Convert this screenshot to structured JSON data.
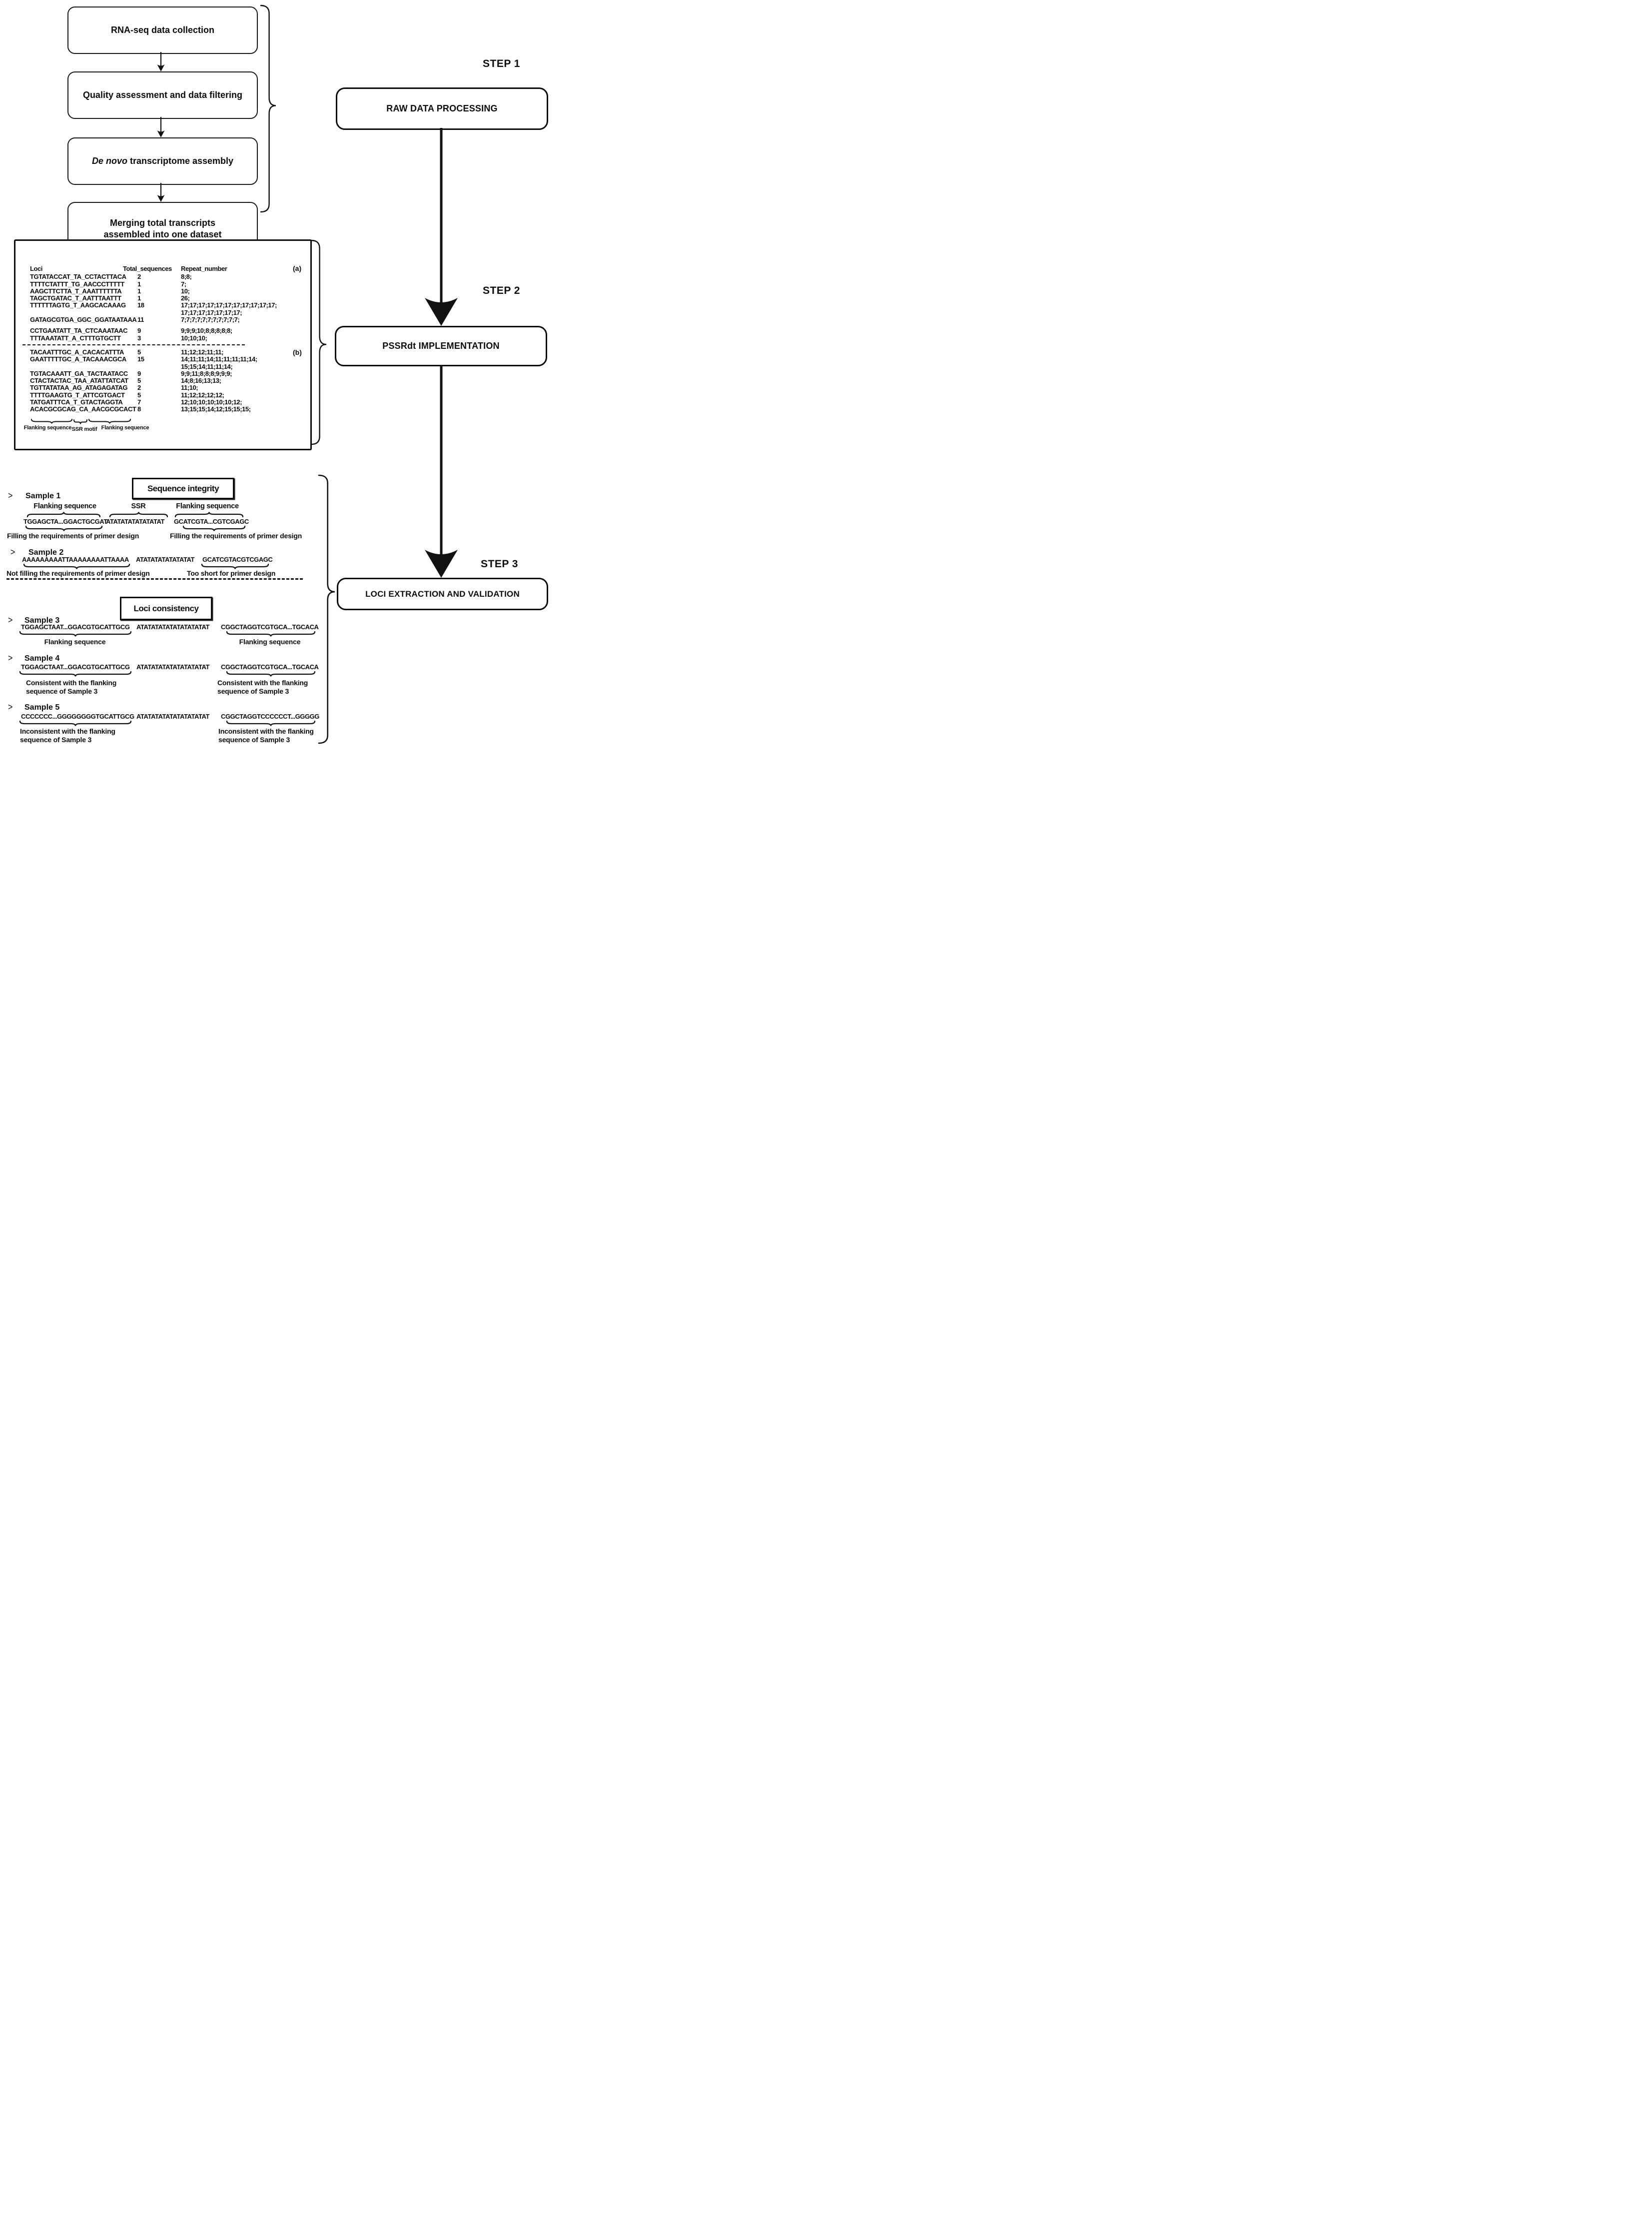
{
  "pipeline": {
    "box1": "RNA-seq data collection",
    "box2": "Quality assessment and data filtering",
    "box3_italic": "De novo",
    "box3_rest": " transcriptome assembly",
    "box4": "Merging total transcripts\nassembled into one dataset"
  },
  "steps": {
    "step1": {
      "label": "STEP 1",
      "title": "RAW DATA PROCESSING"
    },
    "step2": {
      "label": "STEP 2",
      "title": "PSSRdt IMPLEMENTATION"
    },
    "step3": {
      "label": "STEP 3",
      "title": "LOCI EXTRACTION AND VALIDATION"
    }
  },
  "table": {
    "headers": {
      "loci": "Loci",
      "total": "Total_sequences",
      "repeat": "Repeat_number"
    },
    "section_a_label": "(a)",
    "section_b_label": "(b)",
    "rows_a": [
      {
        "loci": "TGTATACCAT_TA_CCTACTTACA",
        "total": "2",
        "repeat": "8;8;"
      },
      {
        "loci": "TTTTCTATTT_TG_AACCCTTTTT",
        "total": "1",
        "repeat": "7;"
      },
      {
        "loci": "AAGCTTCTTA_T_AAATTTTTTA",
        "total": "1",
        "repeat": "10;"
      },
      {
        "loci": "TAGCTGATAC_T_AATTTAATTT",
        "total": "1",
        "repeat": "26;"
      },
      {
        "loci": "TTTTTTAGTG_T_AAGCACAAAG",
        "total": "18",
        "repeat": "17;17;17;17;17;17;17;17;17;17;17;\n17;17;17;17;17;17;17;"
      },
      {
        "loci": "GATAGCGTGA_GGC_GGATAATAAA",
        "total": "11",
        "repeat": "7;7;7;7;7;7;7;7;7;7;7;"
      },
      {
        "loci": "CCTGAATATT_TA_CTCAAATAAC",
        "total": "9",
        "repeat": "9;9;9;10;8;8;8;8;8;",
        "gap": true
      },
      {
        "loci": "TTTAAATATT_A_CTTTGTGCTT",
        "total": "3",
        "repeat": "10;10;10;"
      }
    ],
    "rows_b": [
      {
        "loci": "TACAATTTGC_A_CACACATTTA",
        "total": "5",
        "repeat": "11;12;12;11;11;"
      },
      {
        "loci": "GAATTTTTGC_A_TACAAACGCA",
        "total": "15",
        "repeat": "14;11;11;14;11;11;11;11;14;\n15;15;14;11;11;14;"
      },
      {
        "loci": "TGTACAAATT_GA_TACTAATACC",
        "total": "9",
        "repeat": "9;9;11;8;8;8;9;9;9;"
      },
      {
        "loci": "CTACTACTAC_TAA_ATATTATCAT",
        "total": "5",
        "repeat": "14;8;16;13;13;"
      },
      {
        "loci": "TGTTATATAA_AG_ATAGAGATAG",
        "total": "2",
        "repeat": "11;10;"
      },
      {
        "loci": "TTTTGAAGTG_T_ATTCGTGACT",
        "total": "5",
        "repeat": "11;12;12;12;12;"
      },
      {
        "loci": "TATGATTTCA_T_GTACTAGGTA",
        "total": "7",
        "repeat": "12;10;10;10;10;10;12;"
      },
      {
        "loci": "ACACGCGCAG_CA_AACGCGCACT",
        "total": "8",
        "repeat": "13;15;15;14;12;15;15;15;"
      }
    ],
    "footnote": {
      "flank_left": "Flanking sequence",
      "ssr": "SSR motif",
      "flank_right": "Flanking sequence"
    }
  },
  "validation": {
    "chevron": ">",
    "integrity_title": "Sequence integrity",
    "consistency_title": "Loci consistency",
    "s1": {
      "name": "Sample 1",
      "label_flank1": "Flanking sequence",
      "label_ssr": "SSR",
      "label_flank2": "Flanking sequence",
      "seq1": "TGGAGCTA...GGACTGCGAT",
      "seq2": "ATATATATATATATAT",
      "seq3": "GCATCGTA...CGTCGAGC",
      "cap1": "Filling the requirements of primer design",
      "cap2": "Filling the requirements of primer design"
    },
    "s2": {
      "name": "Sample 2",
      "seq1": "AAAAAAAAATTAAAAAAAATTAAAA",
      "seq2": "ATATATATATATATAT",
      "seq3": "GCATCGTACGTCGAGC",
      "cap1": "Not filling the requirements of primer design",
      "cap2": "Too short for primer design"
    },
    "s3": {
      "name": "Sample 3",
      "seq1": "TGGAGCTAAT...GGACGTGCATTGCG",
      "seq2": "ATATATATATATATATATAT",
      "seq3": "CGGCTAGGTCGTGCA...TGCACA",
      "cap1": "Flanking sequence",
      "cap2": "Flanking sequence"
    },
    "s4": {
      "name": "Sample 4",
      "seq1": "TGGAGCTAAT...GGACGTGCATTGCG",
      "seq2": "ATATATATATATATATATAT",
      "seq3": "CGGCTAGGTCGTGCA...TGCACA",
      "cap1": "Consistent with the flanking\nsequence of Sample 3",
      "cap2": "Consistent with the flanking\nsequence of Sample 3"
    },
    "s5": {
      "name": "Sample 5",
      "seq1": "CCCCCCC...GGGGGGGGTGCATTGCG",
      "seq2": "ATATATATATATATATATAT",
      "seq3": "CGGCTAGGTCCCCCCT...GGGGG",
      "cap1": "Inconsistent with the flanking\nsequence of Sample 3",
      "cap2": "Inconsistent with the flanking\nsequence of Sample 3"
    }
  }
}
